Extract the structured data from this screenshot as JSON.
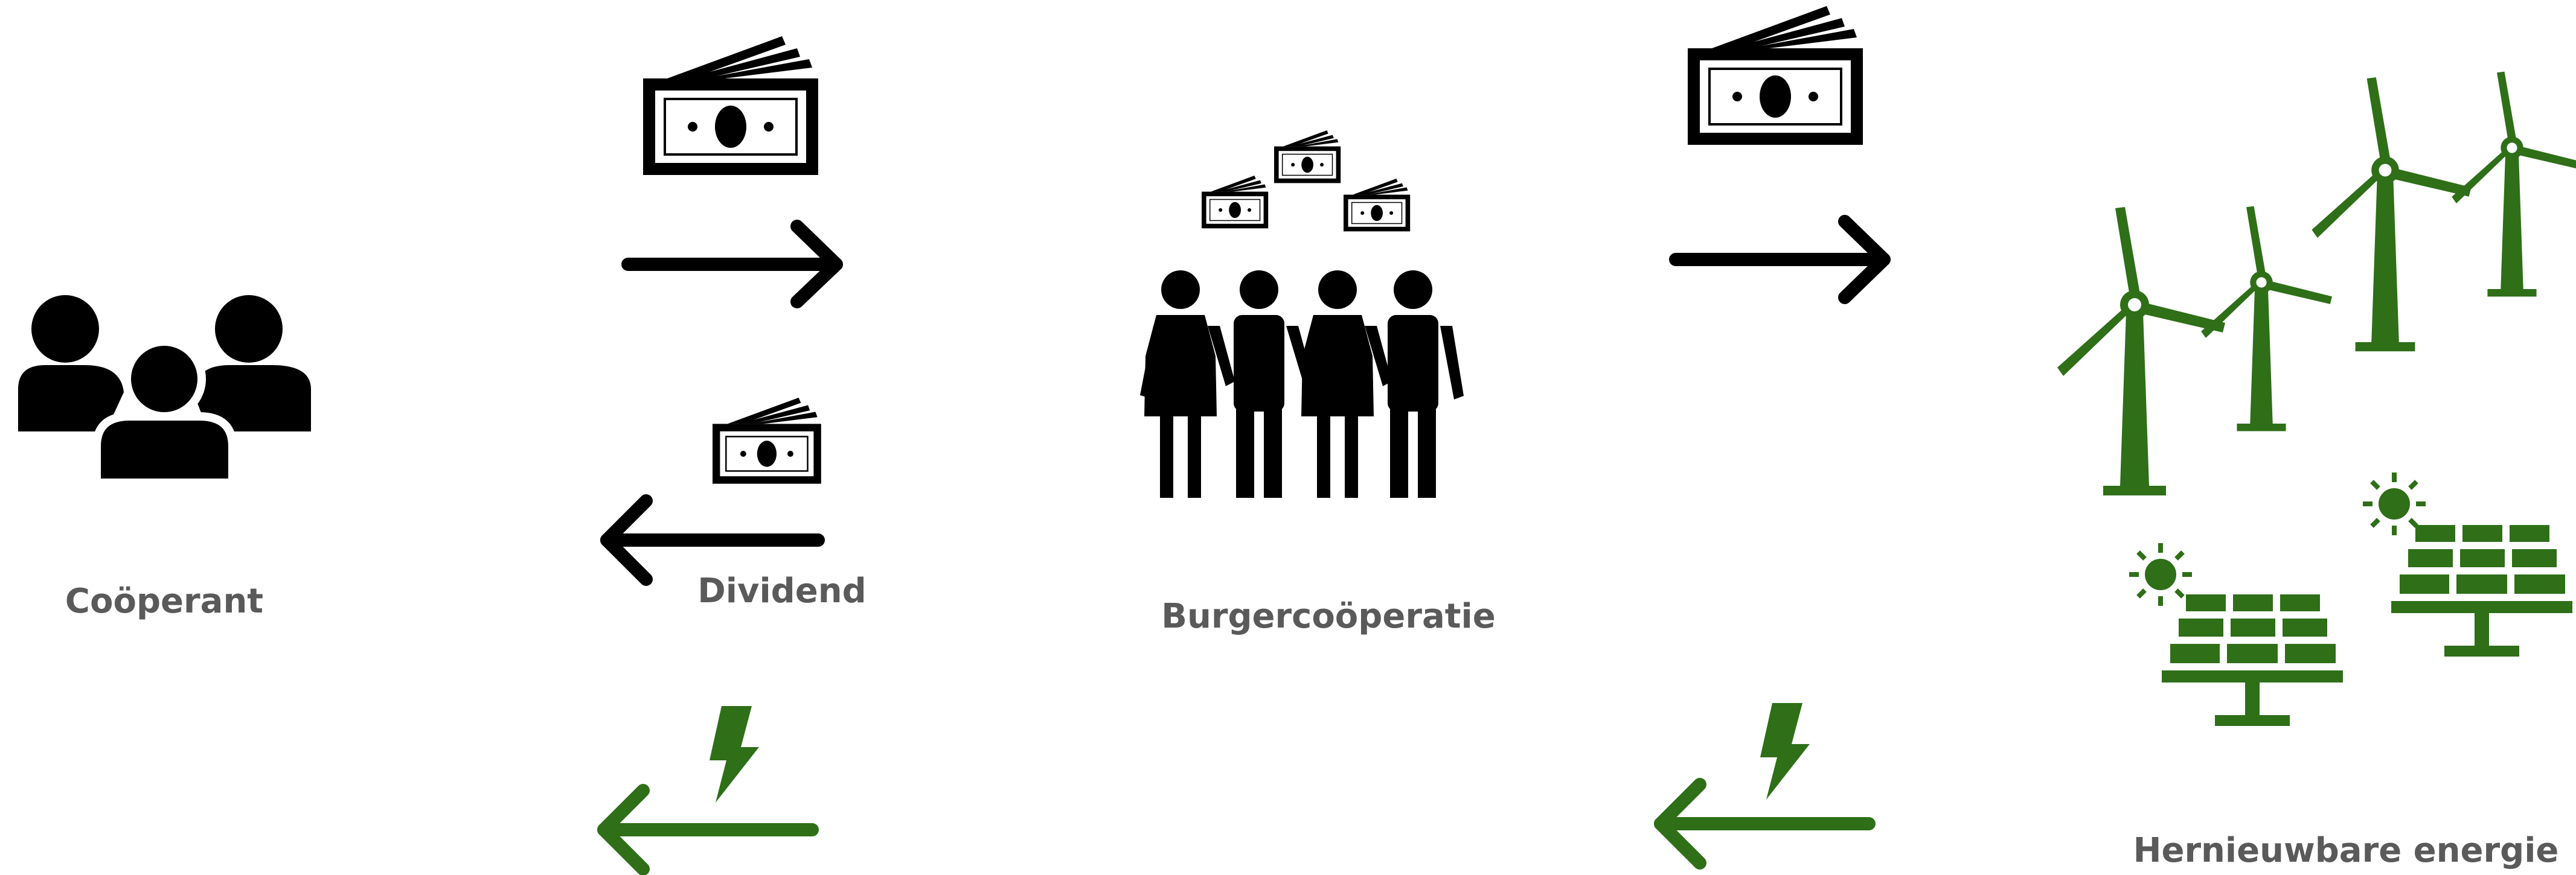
{
  "colors": {
    "black": "#000000",
    "green": "#2e6f18",
    "label": "#5a5a5a"
  },
  "labels": {
    "cooperant": "Coöperant",
    "dividend": "Dividend",
    "burgercooperatie": "Burgercoöperatie",
    "hernieuwbare_energie": "Hernieuwbare energie"
  },
  "icons": {
    "cooperant": "people-group-icon",
    "cooperative": "family-group-icon",
    "money": "money-bill-icon",
    "energy": "lightning-bolt-icon",
    "wind": "wind-turbine-icon",
    "solar": "solar-panel-icon"
  }
}
